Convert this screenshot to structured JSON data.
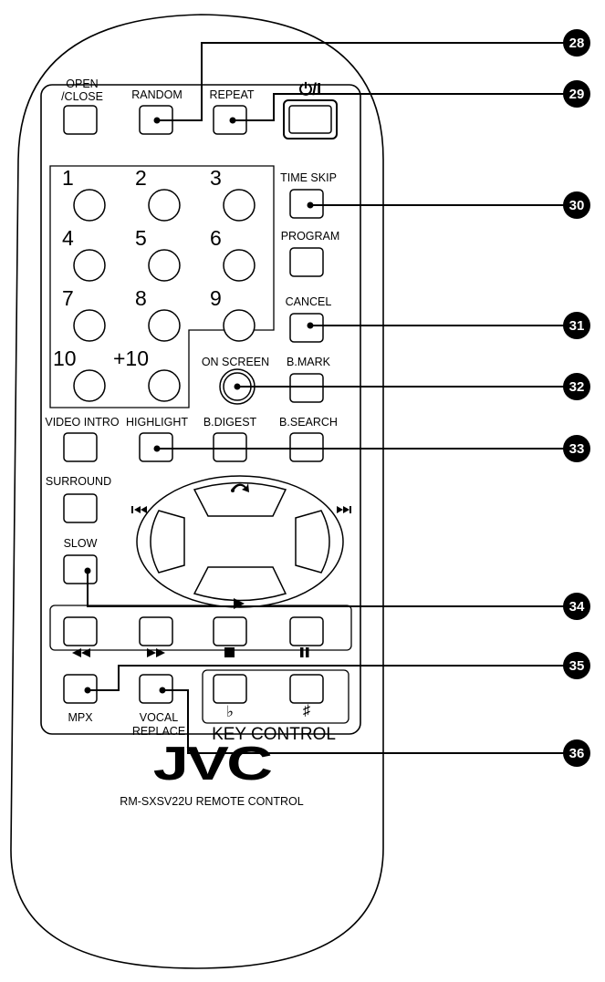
{
  "remote": {
    "buttons": {
      "open_close": "OPEN\n/CLOSE",
      "random": "RANDOM",
      "repeat": "REPEAT",
      "power": "⏻/I",
      "time_skip": "TIME SKIP",
      "program": "PROGRAM",
      "cancel": "CANCEL",
      "on_screen": "ON SCREEN",
      "b_mark": "B.MARK",
      "video_intro": "VIDEO INTRO",
      "highlight": "HIGHLIGHT",
      "b_digest": "B.DIGEST",
      "b_search": "B.SEARCH",
      "surround": "SURROUND",
      "slow": "SLOW",
      "mpx": "MPX",
      "vocal_replace": "VOCAL\nREPLACE",
      "key_control": "KEY CONTROL",
      "flat": "♭",
      "sharp": "♯"
    },
    "numbers": [
      "1",
      "2",
      "3",
      "4",
      "5",
      "6",
      "7",
      "8",
      "9",
      "10",
      "+10"
    ],
    "brand": "JVC",
    "model": "RM-SXSV22U  REMOTE  CONTROL"
  },
  "callouts": [
    "28",
    "29",
    "30",
    "31",
    "32",
    "33",
    "34",
    "35",
    "36"
  ]
}
